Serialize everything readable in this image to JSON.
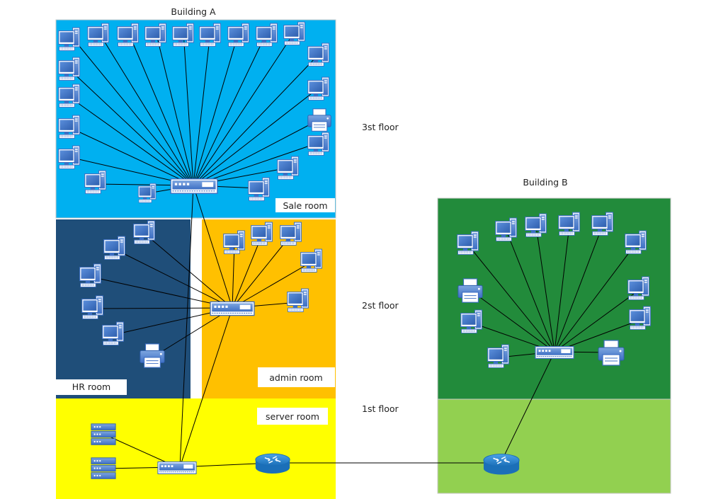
{
  "buildings": {
    "a": {
      "title": "Building A"
    },
    "b": {
      "title": "Building B"
    }
  },
  "rooms": {
    "sale": "Sale room",
    "hr": "HR room",
    "admin": "admin room",
    "server": "server room"
  },
  "floors": {
    "third": "3st floor",
    "second": "2st floor",
    "first": "1st floor"
  },
  "colors": {
    "sale_room": "#00b0f0",
    "hr_room": "#1f4e79",
    "admin_room": "#ffc000",
    "server_room": "#ffff00",
    "building_b_upper": "#228b3b",
    "building_b_lower": "#92d050",
    "link": "#000000"
  },
  "icons": {
    "workstation": "computer-icon",
    "printer": "printer-icon",
    "switch": "switch-icon",
    "server": "server-icon",
    "router": "router-icon"
  }
}
